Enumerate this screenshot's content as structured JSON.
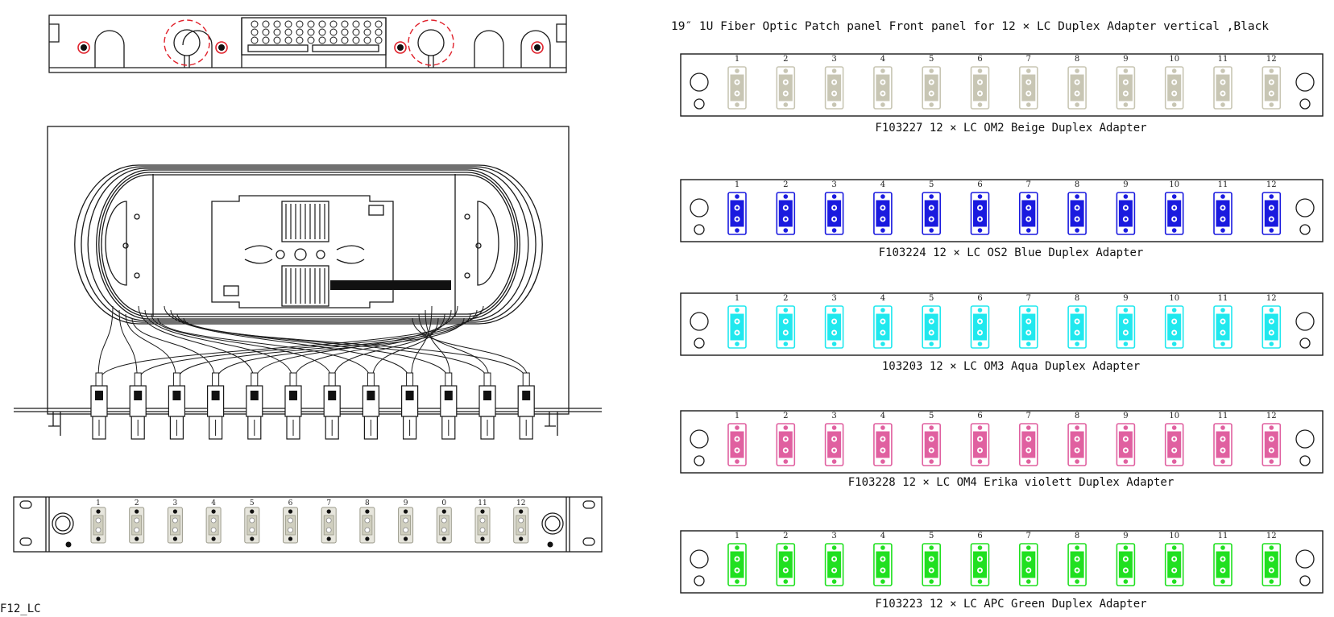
{
  "title": "19″ 1U Fiber Optic Patch panel Front panel for 12 × LC Duplex Adapter vertical ,Black",
  "corner_text": "F12_LC",
  "bottom_panel_ports": [
    "1",
    "2",
    "3",
    "4",
    "5",
    "6",
    "7",
    "8",
    "9",
    "0",
    "11",
    "12"
  ],
  "colors": {
    "line": "#1a1a1a",
    "highlight_red": "#e0202a",
    "beige": "#c8c6b4",
    "blue": "#1a1adf",
    "aqua": "#20e8ee",
    "violet": "#e060a0",
    "green": "#20e020"
  },
  "panels": [
    {
      "caption": "F103227 12 × LC OM2 Beige Duplex Adapter",
      "color": "#c8c6b4",
      "ports": [
        "1",
        "2",
        "3",
        "4",
        "5",
        "6",
        "7",
        "8",
        "9",
        "10",
        "11",
        "12"
      ]
    },
    {
      "caption": "F103224 12 × LC OS2 Blue Duplex Adapter",
      "color": "#1a1adf",
      "ports": [
        "1",
        "2",
        "3",
        "4",
        "5",
        "6",
        "7",
        "8",
        "9",
        "10",
        "11",
        "12"
      ]
    },
    {
      "caption": "103203 12 × LC OM3 Aqua Duplex Adapter",
      "color": "#20e8ee",
      "ports": [
        "1",
        "2",
        "3",
        "4",
        "5",
        "6",
        "7",
        "8",
        "9",
        "10",
        "11",
        "12"
      ]
    },
    {
      "caption": "F103228 12 × LC OM4 Erika violett Duplex Adapter",
      "color": "#e060a0",
      "ports": [
        "1",
        "2",
        "3",
        "4",
        "5",
        "6",
        "7",
        "8",
        "9",
        "10",
        "11",
        "12"
      ]
    },
    {
      "caption": "F103223 12 × LC APC Green Duplex Adapter",
      "color": "#20e020",
      "ports": [
        "1",
        "2",
        "3",
        "4",
        "5",
        "6",
        "7",
        "8",
        "9",
        "10",
        "11",
        "12"
      ]
    }
  ]
}
